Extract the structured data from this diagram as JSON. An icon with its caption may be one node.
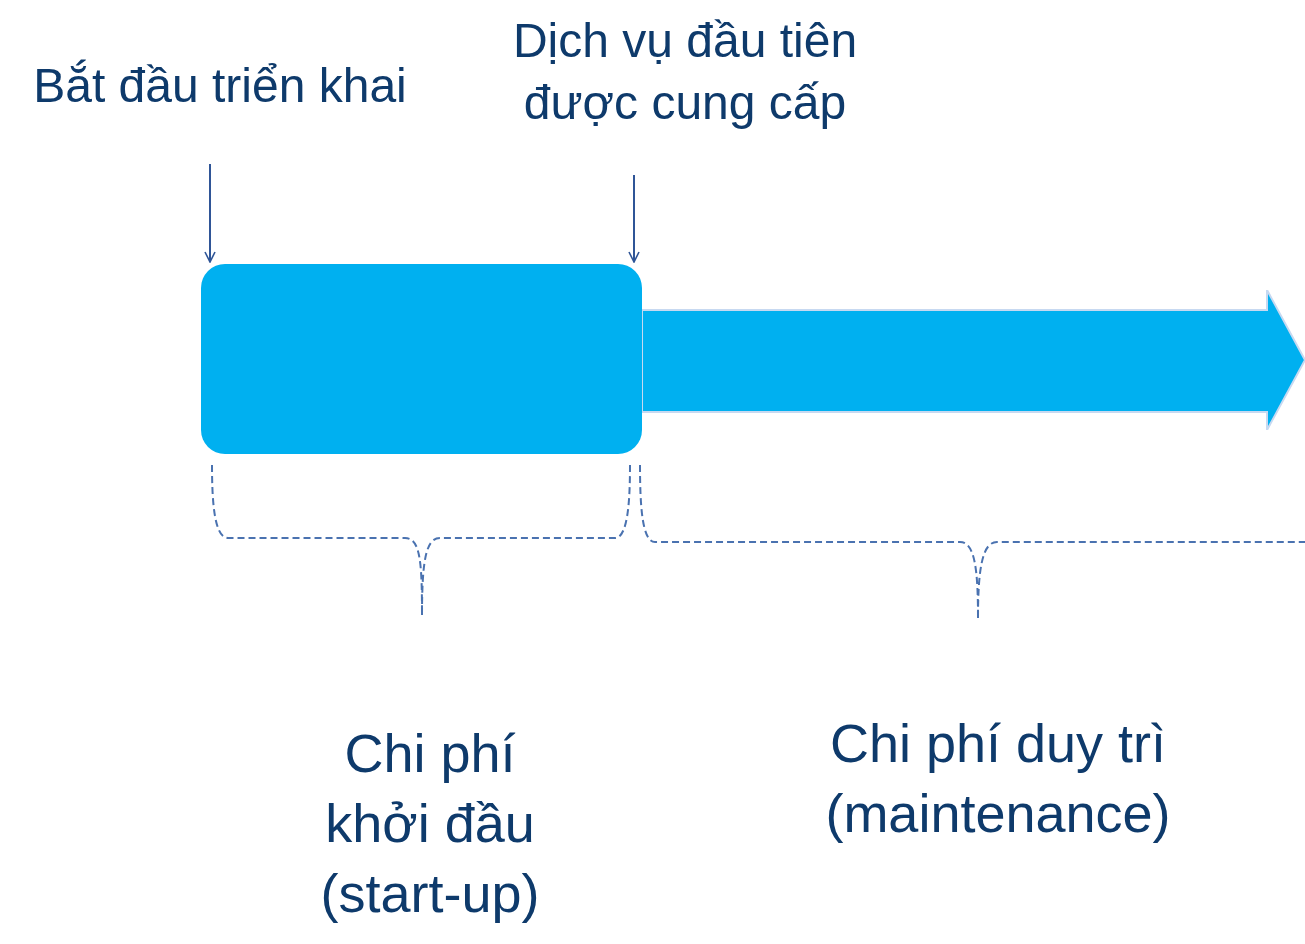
{
  "diagram": {
    "nodes": [
      {
        "text": [
          "Bắt đầu triển khai"
        ]
      },
      {
        "text": [
          "Dịch vụ đầu tiên được cung cấp"
        ]
      },
      {
        "text": [],
        "shape": "box"
      },
      {
        "text": [],
        "shape": "arrow"
      }
    ],
    "edges": [
      {
        "from": 0,
        "to": 2,
        "arrow": "to"
      },
      {
        "from": 1,
        "to": 2,
        "arrow": "to"
      }
    ],
    "labels": [
      "Chi phí khởi đầu (start-up)",
      "Chi phí duy trì (maintenance)"
    ]
  }
}
